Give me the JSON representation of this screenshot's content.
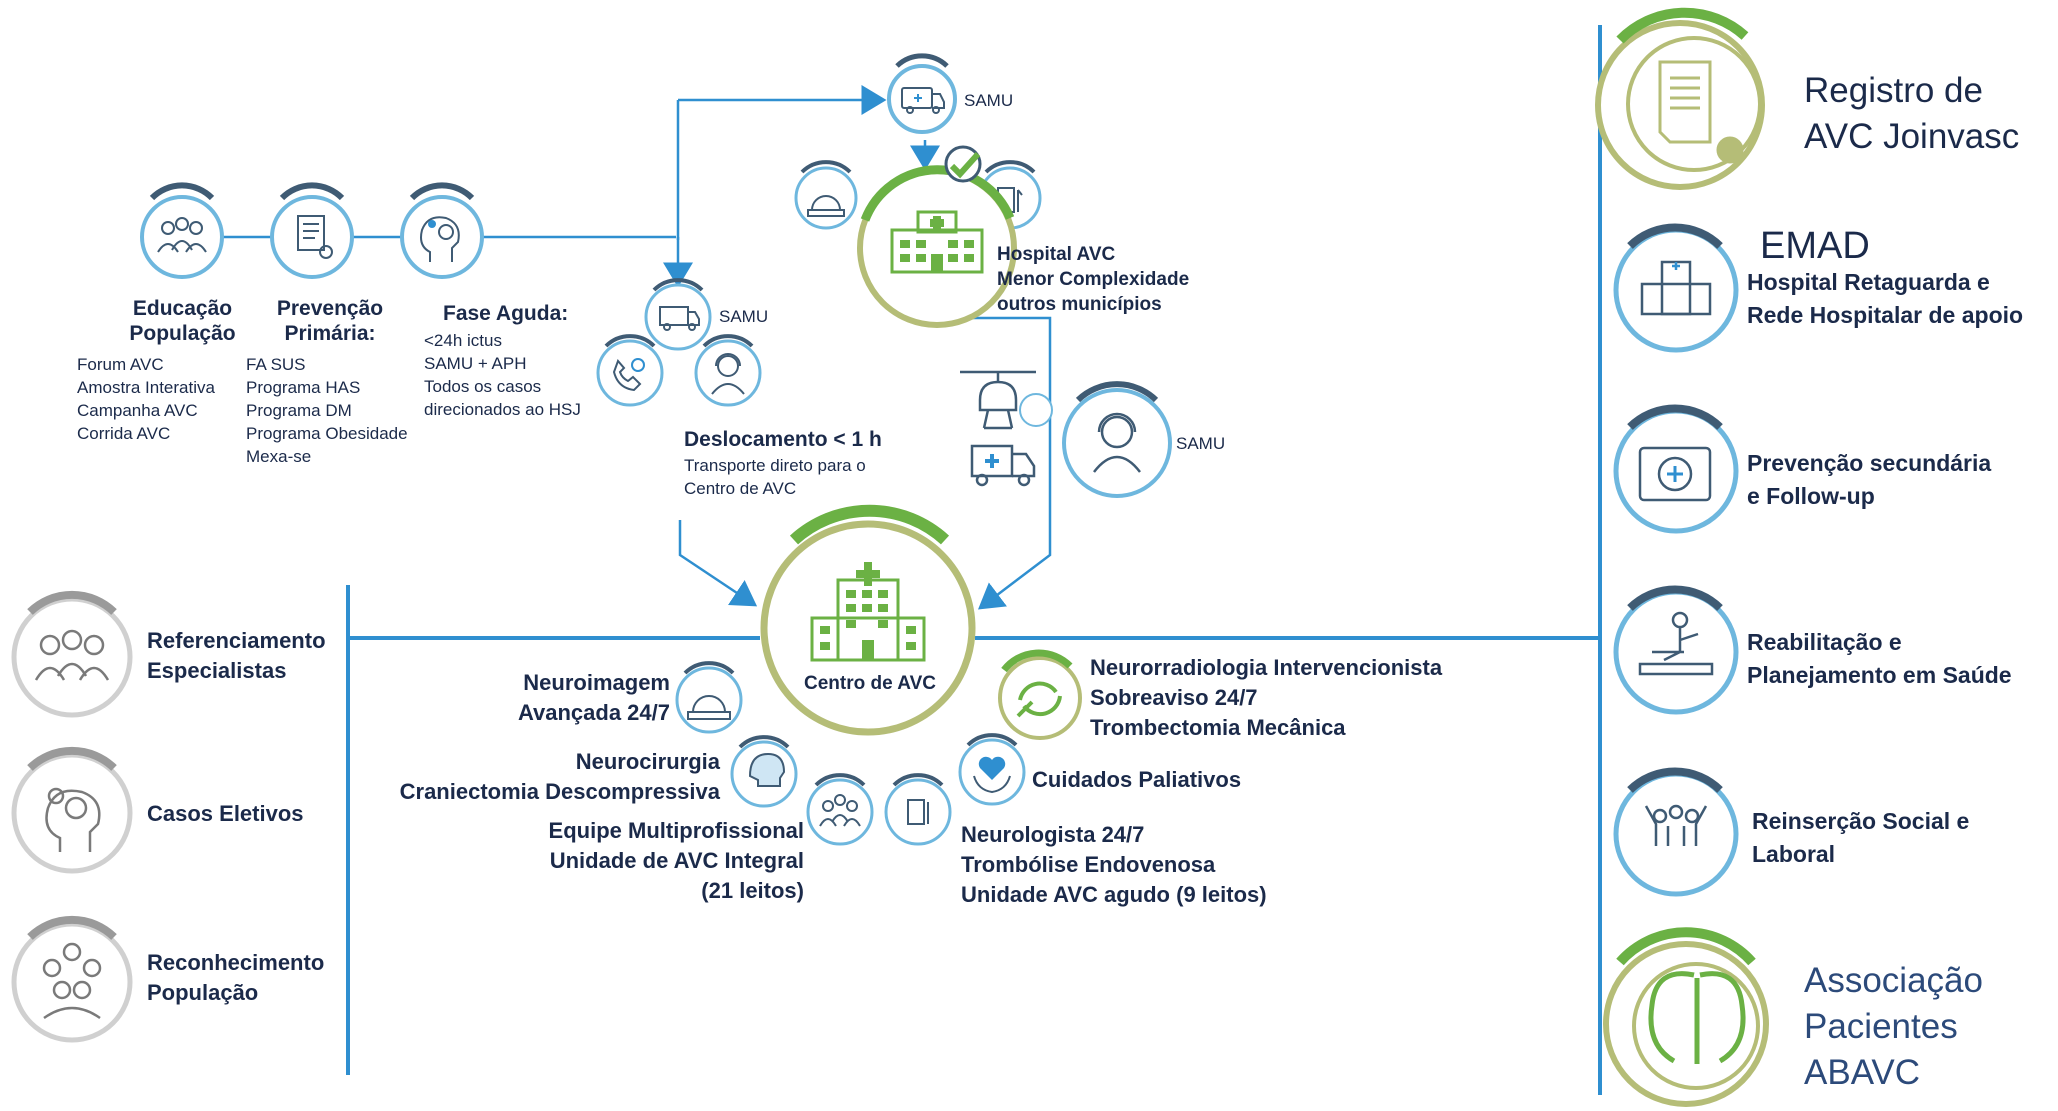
{
  "colors": {
    "line": "#2f8fd0",
    "ring_blue": "#6eb7de",
    "ring_dark": "#3f5b74",
    "green": "#6bb144",
    "olive": "#b5bd77",
    "grey": "#9a9a9a",
    "text": "#1b2a4a"
  },
  "pathway": {
    "educacao": {
      "title_lines": [
        "Educação",
        "População"
      ],
      "items": [
        "Forum AVC",
        "Amostra Interativa",
        "Campanha AVC",
        "Corrida AVC"
      ],
      "icon": "people-icon"
    },
    "prevencao_primaria": {
      "title_lines": [
        "Prevenção",
        "Primária:"
      ],
      "items": [
        "FA SUS",
        "Programa HAS",
        "Programa DM",
        "Programa Obesidade",
        "Mexa-se"
      ],
      "icon": "document-icon"
    },
    "fase_aguda": {
      "title": "Fase Aguda:",
      "items": [
        "<24h ictus",
        "SAMU + APH",
        "Todos os casos",
        "direcionados ao HSJ"
      ],
      "icon": "head-brain-icon"
    },
    "samu_top": "SAMU",
    "samu_mid": "SAMU",
    "samu_right": "SAMU",
    "hospital_avc": [
      "Hospital AVC",
      "Menor Complexidade",
      "outros municípios"
    ],
    "deslocamento": {
      "title": "Deslocamento < 1 h",
      "items": [
        "Transporte direto para o",
        "Centro de AVC"
      ]
    }
  },
  "center": {
    "label": "Centro de AVC",
    "neuroimagem": [
      "Neuroimagem",
      "Avançada 24/7"
    ],
    "neurocirurgia": [
      "Neurocirurgia",
      "Craniectomia Descompressiva"
    ],
    "equipe": [
      "Equipe Multiprofissional",
      "Unidade de AVC Integral",
      "(21 leitos)"
    ],
    "neurorradiologia": [
      "Neurorradiologia Intervencionista",
      "Sobreaviso 24/7",
      "Trombectomia Mecânica"
    ],
    "cuidados": "Cuidados Paliativos",
    "neurologista": [
      "Neurologista 24/7",
      "Trombólise Endovenosa",
      "Unidade AVC agudo (9 leitos)"
    ]
  },
  "left": [
    {
      "label_lines": [
        "Referenciamento",
        "Especialistas"
      ],
      "icon": "specialists-icon"
    },
    {
      "label_lines": [
        "Casos Eletivos"
      ],
      "icon": "head-elective-icon"
    },
    {
      "label_lines": [
        "Reconhecimento",
        "População"
      ],
      "icon": "population-icon"
    }
  ],
  "right": {
    "registro": [
      "Registro de",
      "AVC Joinvasc"
    ],
    "emad": "EMAD",
    "hospital_retaguarda": [
      "Hospital Retaguarda e",
      "Rede Hospitalar de apoio"
    ],
    "prevencao_secundaria": [
      "Prevenção secundária",
      "e Follow-up"
    ],
    "reabilitacao": [
      "Reabilitação e",
      "Planejamento em Saúde"
    ],
    "reinsercao": [
      "Reinserção Social e",
      "Laboral"
    ],
    "associacao": [
      "Associação",
      "Pacientes",
      "ABAVC"
    ]
  }
}
